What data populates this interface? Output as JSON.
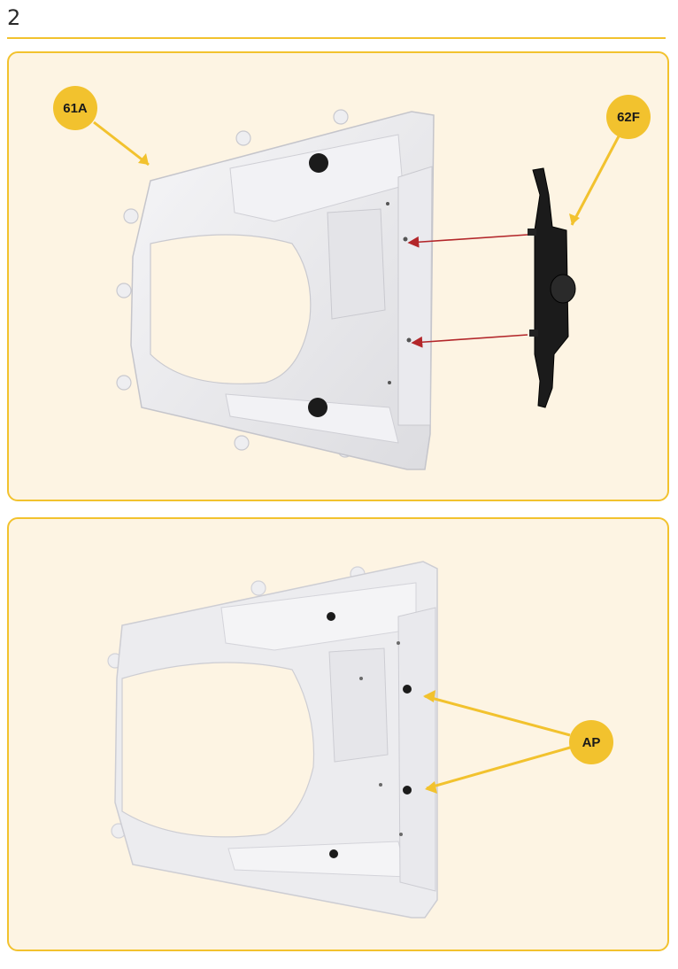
{
  "page": {
    "step_number": "2"
  },
  "panel_1": {
    "callouts": [
      {
        "label": "61A"
      },
      {
        "label": "62F"
      }
    ]
  },
  "panel_2": {
    "callouts": [
      {
        "label": "AP"
      }
    ]
  },
  "colors": {
    "accent": "#f2c22e",
    "panel_background": "#fdf4e3",
    "arrow_red": "#b3262a",
    "part_black": "#1b1b1b",
    "part_grey": "#ececee"
  }
}
